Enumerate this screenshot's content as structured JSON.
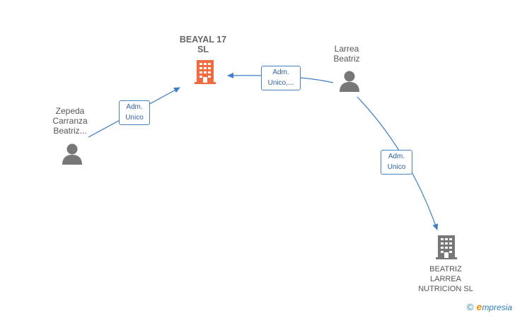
{
  "nodes": {
    "beayal": {
      "lines": [
        "BEAYAL 17",
        "SL"
      ],
      "kind": "company",
      "color": "#f26a3f"
    },
    "larrea": {
      "lines": [
        "Larrea",
        "Beatriz"
      ],
      "kind": "person",
      "color": "#777777"
    },
    "zepeda": {
      "lines": [
        "Zepeda",
        "Carranza",
        "Beatriz..."
      ],
      "kind": "person",
      "color": "#777777"
    },
    "beatriz_larrea": {
      "lines": [
        "BEATRIZ",
        "LARREA",
        "NUTRICION SL"
      ],
      "kind": "company",
      "color": "#777777"
    }
  },
  "edges": {
    "larrea_beayal": {
      "lines": [
        "Adm.",
        "Unico,..."
      ]
    },
    "zepeda_beayal": {
      "lines": [
        "Adm.",
        "Unico"
      ]
    },
    "larrea_beatriz": {
      "lines": [
        "Adm.",
        "Unico"
      ]
    }
  },
  "colors": {
    "edge": "#3f7fc8",
    "edge_label_border": "#4a7fc1",
    "edge_label_text": "#2f5f9e"
  },
  "brand": {
    "symbol": "©",
    "initial": "e",
    "rest": "mpresia"
  }
}
